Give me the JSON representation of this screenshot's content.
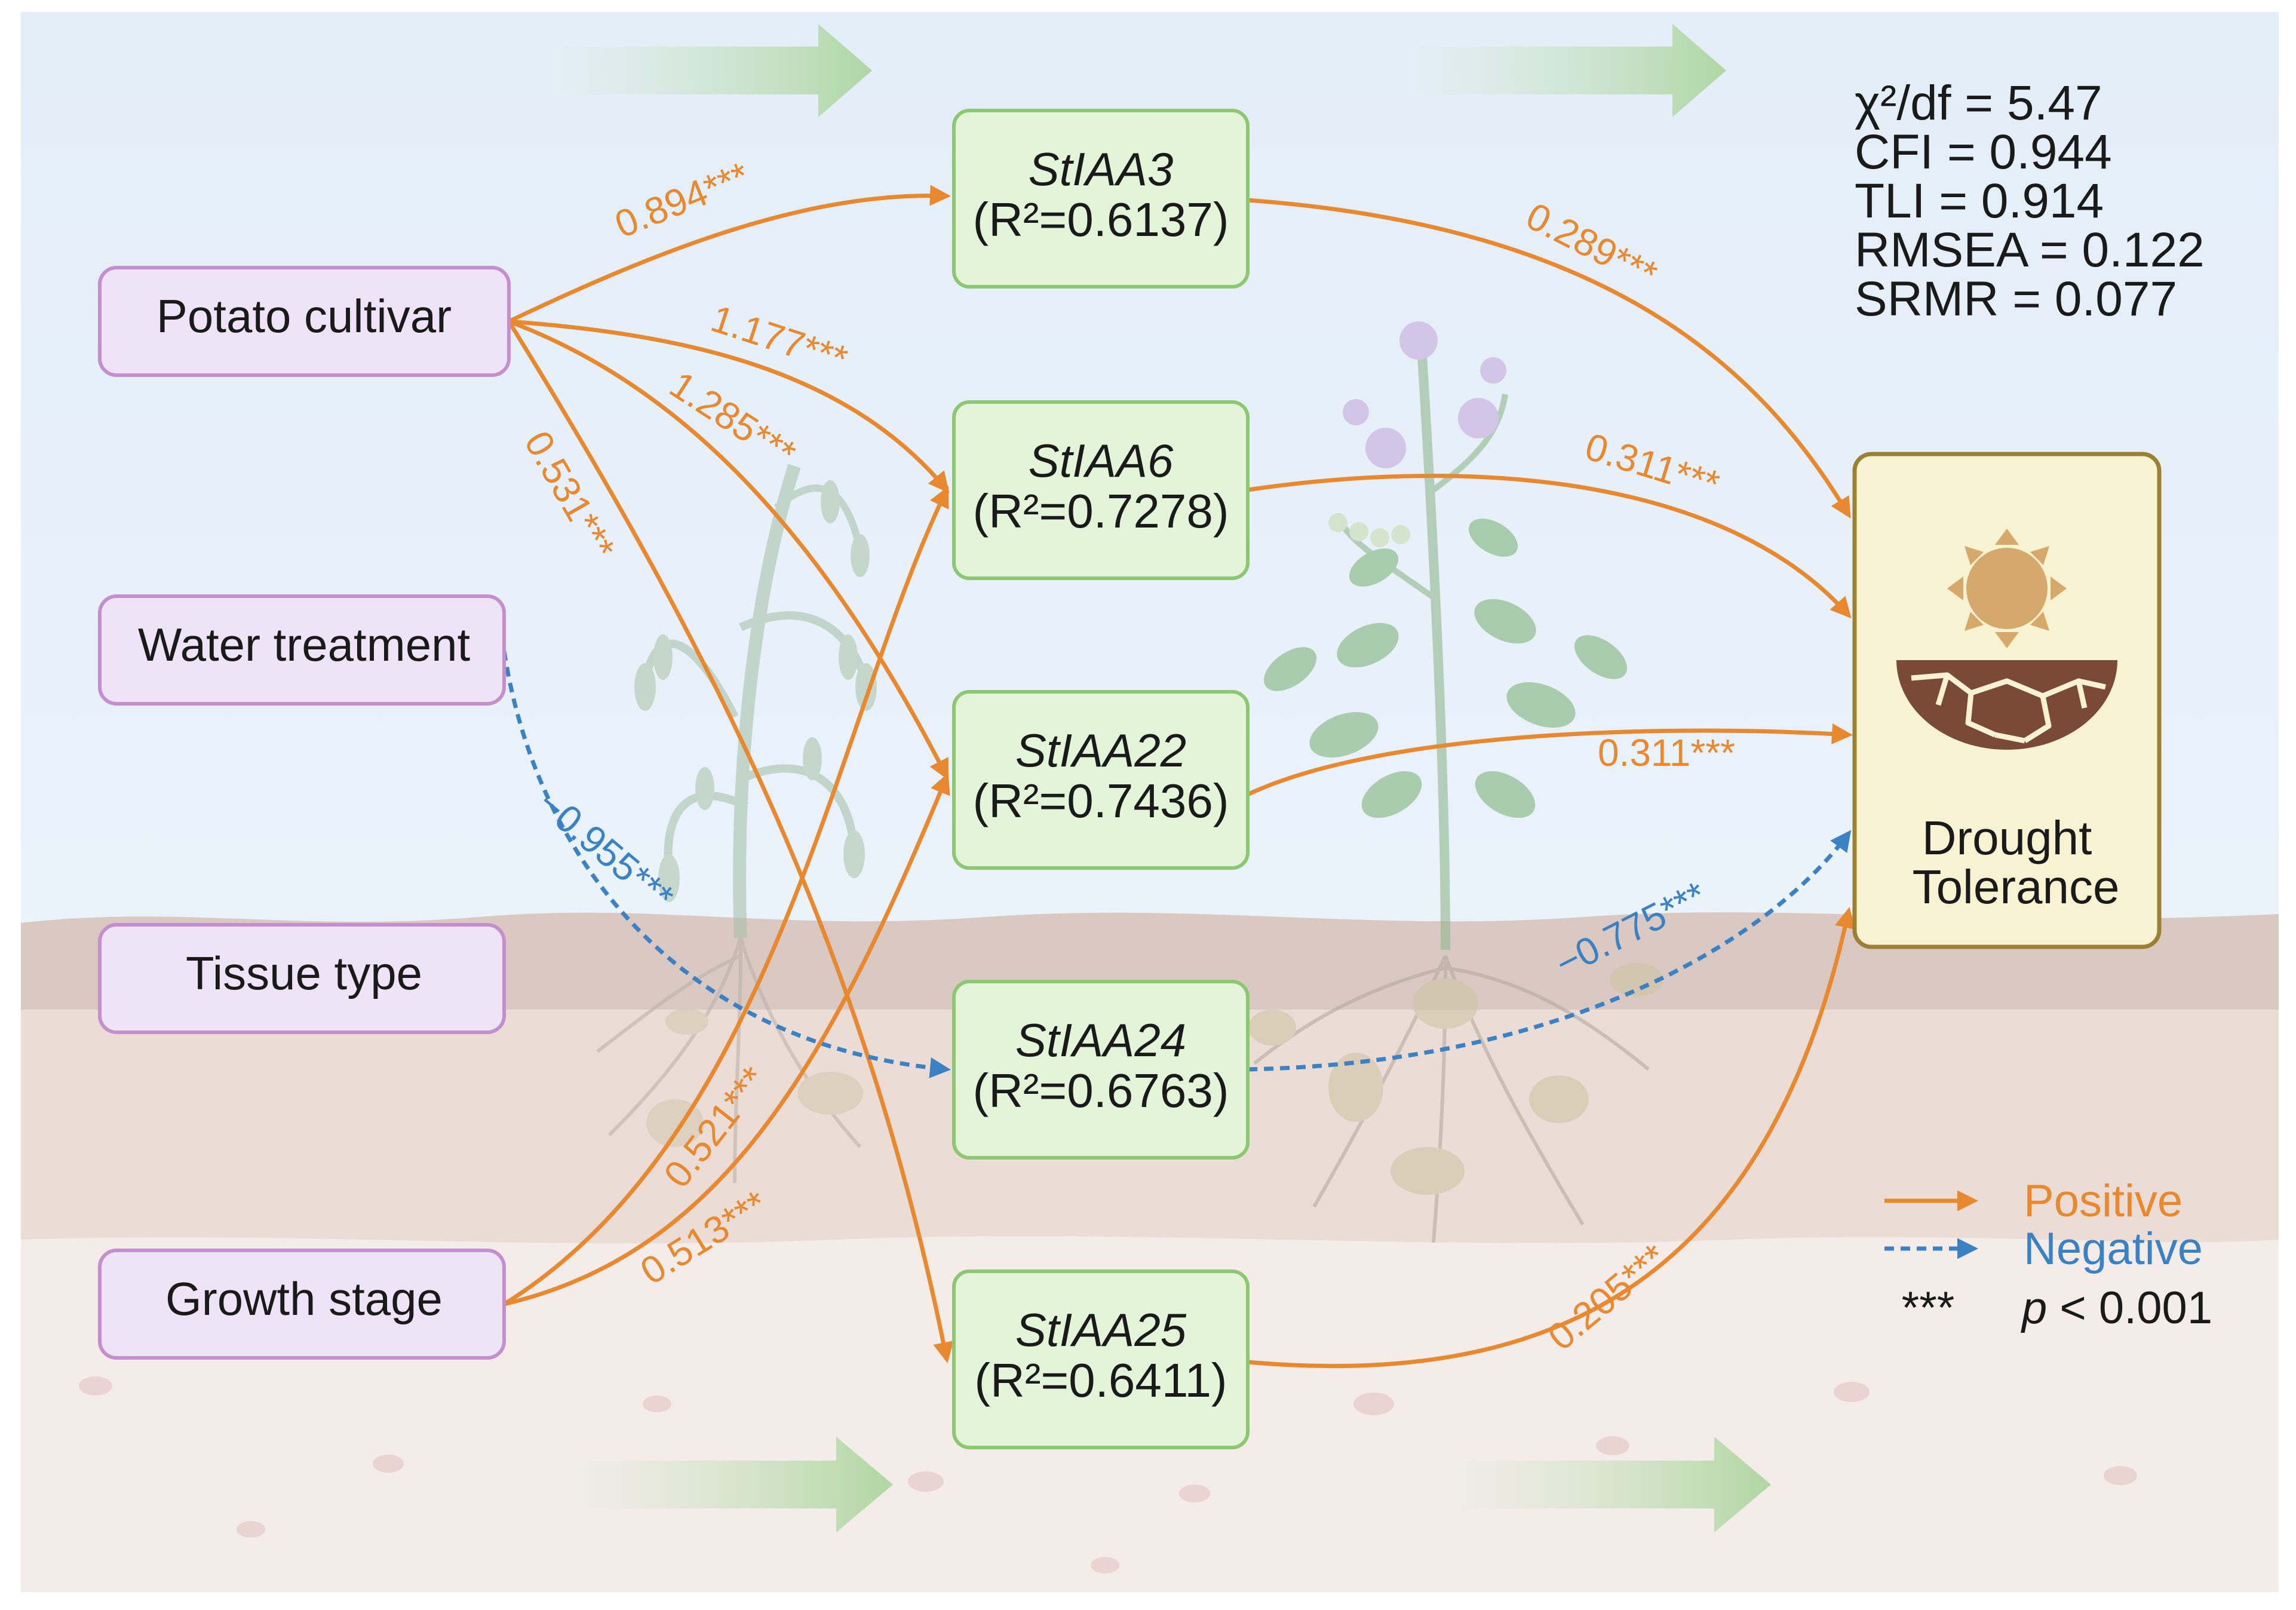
{
  "predictors": [
    {
      "id": "cultivar",
      "label": "Potato cultivar"
    },
    {
      "id": "water",
      "label": "Water treatment"
    },
    {
      "id": "tissue",
      "label": "Tissue type"
    },
    {
      "id": "stage",
      "label": "Growth stage"
    }
  ],
  "mediators": [
    {
      "id": "iaa3",
      "name": "StIAA3",
      "r2": "(R²=0.6137)"
    },
    {
      "id": "iaa6",
      "name": "StIAA6",
      "r2": "(R²=0.7278)"
    },
    {
      "id": "iaa22",
      "name": "StIAA22",
      "r2": "(R²=0.7436)"
    },
    {
      "id": "iaa24",
      "name": "StIAA24",
      "r2": "(R²=0.6763)"
    },
    {
      "id": "iaa25",
      "name": "StIAA25",
      "r2": "(R²=0.6411)"
    }
  ],
  "outcome": {
    "line1": "Drought",
    "line2": "Tolerance"
  },
  "paths": [
    {
      "from": "cultivar",
      "to": "iaa3",
      "coef": "0.894***",
      "sign": "positive"
    },
    {
      "from": "cultivar",
      "to": "iaa6",
      "coef": "1.177***",
      "sign": "positive"
    },
    {
      "from": "cultivar",
      "to": "iaa22",
      "coef": "1.285***",
      "sign": "positive"
    },
    {
      "from": "cultivar",
      "to": "iaa25",
      "coef": "0.531***",
      "sign": "positive"
    },
    {
      "from": "water",
      "to": "iaa24",
      "coef": "−0.955***",
      "sign": "negative"
    },
    {
      "from": "stage",
      "to": "iaa6",
      "coef": "0.521***",
      "sign": "positive"
    },
    {
      "from": "stage",
      "to": "iaa22",
      "coef": "0.513***",
      "sign": "positive"
    },
    {
      "from": "iaa3",
      "to": "outcome",
      "coef": "0.289***",
      "sign": "positive"
    },
    {
      "from": "iaa6",
      "to": "outcome",
      "coef": "0.311***",
      "sign": "positive"
    },
    {
      "from": "iaa22",
      "to": "outcome",
      "coef": "0.311***",
      "sign": "positive"
    },
    {
      "from": "iaa24",
      "to": "outcome",
      "coef": "−0.775***",
      "sign": "negative"
    },
    {
      "from": "iaa25",
      "to": "outcome",
      "coef": "0.205***",
      "sign": "positive"
    }
  ],
  "fit_indices": [
    "χ²/df = 5.47",
    "CFI = 0.944",
    "TLI = 0.914",
    "RMSEA = 0.122",
    "SRMR = 0.077"
  ],
  "legend": {
    "positive": "Positive",
    "negative": "Negative",
    "sig_stars": "***",
    "sig_p": "p",
    "sig_rest": " < 0.001"
  },
  "colors": {
    "positive": "#e8882f",
    "negative": "#3a82c4",
    "predictor_fill": "#efe3f7",
    "predictor_border": "#c58fcf",
    "mediator_fill": "#e3f4d9",
    "mediator_border": "#8cc871",
    "outcome_fill": "#f7f3d2",
    "outcome_border": "#9a8032"
  }
}
